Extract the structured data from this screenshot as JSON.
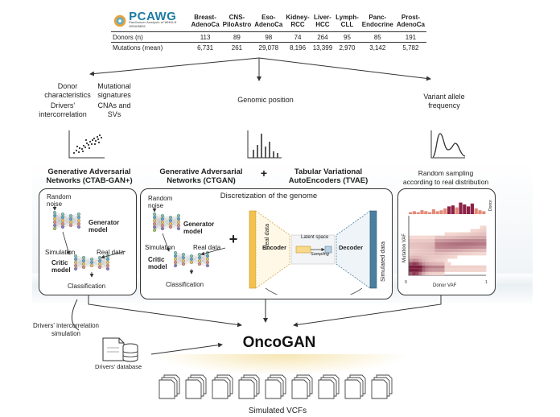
{
  "pcawg": {
    "logo_text": "PCAWG",
    "logo_subtext": "PanCancer Analysis of WHOLE GENOMES",
    "columns": [
      "Breast-AdenoCa",
      "CNS-PiloAstro",
      "Eso-AdenoCa",
      "Kidney-RCC",
      "Liver-HCC",
      "Lymph-CLL",
      "Panc-Endocrine",
      "Prost-AdenoCa"
    ],
    "column_lines": [
      [
        "Breast-",
        "AdenoCa"
      ],
      [
        "CNS-",
        "PiloAstro"
      ],
      [
        "Eso-",
        "AdenoCa"
      ],
      [
        "Kidney-",
        "RCC"
      ],
      [
        "Liver-",
        "HCC"
      ],
      [
        "Lymph-",
        "CLL"
      ],
      [
        "Panc-",
        "Endocrine"
      ],
      [
        "Prost-",
        "AdenoCa"
      ]
    ],
    "rows": [
      {
        "label": "Donors (n)",
        "values": [
          "113",
          "89",
          "98",
          "74",
          "264",
          "95",
          "85",
          "191"
        ]
      },
      {
        "label": "Mutations (mean)",
        "values": [
          "6,731",
          "261",
          "29,078",
          "8,196",
          "13,399",
          "2,970",
          "3,142",
          "5,782"
        ]
      }
    ]
  },
  "features": {
    "donor": [
      "Donor",
      "characteristics"
    ],
    "signatures": [
      "Mutational",
      "signatures"
    ],
    "drivers": [
      "Drivers'",
      "intercorrelation"
    ],
    "cnas": [
      "CNAs and",
      "SVs"
    ],
    "genomic_position": "Genomic position",
    "vaf": [
      "Variant allele",
      "frequency"
    ]
  },
  "models": {
    "ctabgan_title": [
      "Generative Adversarial",
      "Networks (CTAB-GAN+)"
    ],
    "ctgan_title": [
      "Generative Adversarial",
      "Networks (CTGAN)"
    ],
    "plus": "+",
    "tvae_title": [
      "Tabular Variational",
      "AutoEncoders (TVAE)"
    ],
    "random_sampling": [
      "Random sampling",
      "according to real distribution"
    ],
    "discretization": "Discretization of the genome",
    "random_noise": [
      "Random",
      "noise"
    ],
    "generator": [
      "Generator",
      "model"
    ],
    "simulation": "Simulation",
    "real_data": "Real data",
    "critic": [
      "Critic",
      "model"
    ],
    "classification": "Classification",
    "encoder": "Encoder",
    "decoder": "Decoder",
    "latent_space": "Latent space",
    "sampling": "Sampling",
    "real_data_vertical": "Real data",
    "simulated_data_vertical": "Simulated data",
    "donor_vaf": "Donor VAF",
    "mutation_vaf": "Mutation VAF",
    "donor_axis_side": "Donor",
    "axis_zero": "0",
    "axis_one": "1"
  },
  "bottom": {
    "drivers_sim": [
      "Drivers' intercorrelation",
      "simulation"
    ],
    "drivers_db": "Drivers' database",
    "oncogan": "OncoGAN",
    "simulated_vcfs": "Simulated VCFs"
  },
  "colors": {
    "pcawg_blue": "#1d7ca3",
    "band": "#eef3f6",
    "encoder_yellow": "#f2c14e",
    "decoder_blue": "#4a7fa0",
    "heat_dark": "#7a1f3d",
    "heat_light": "#fbe3da"
  }
}
